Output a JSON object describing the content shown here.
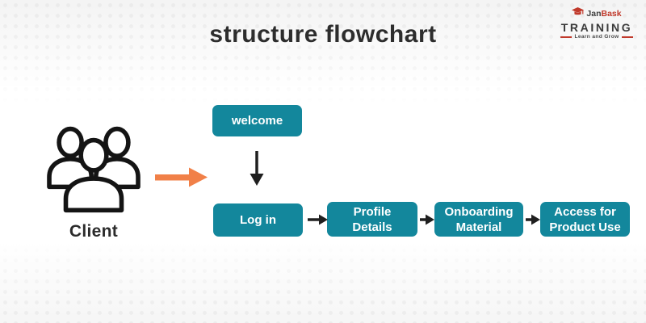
{
  "title": "structure flowchart",
  "logo": {
    "brand_part1": "Jan",
    "brand_part2": "Bask",
    "brand_word": "TRAINING",
    "tagline": "Learn and Grow",
    "cap_icon": "graduation-cap-icon",
    "colors": {
      "accent_red": "#c0392b",
      "dark": "#3b3b3b"
    }
  },
  "flowchart": {
    "actor": {
      "label": "Client",
      "icon": "clients-group-icon"
    },
    "nodes": [
      {
        "id": "welcome",
        "label": "welcome"
      },
      {
        "id": "login",
        "label": "Log in"
      },
      {
        "id": "profile-details",
        "label": "Profile Details"
      },
      {
        "id": "onboarding-material",
        "label": "Onboarding Material"
      },
      {
        "id": "access-for-product-use",
        "label": "Access for Product Use"
      }
    ],
    "colors": {
      "node_bg": "#13879c",
      "node_text": "#ffffff",
      "connector": "#1f1f1f",
      "actor_arrow": "#f18048"
    }
  }
}
